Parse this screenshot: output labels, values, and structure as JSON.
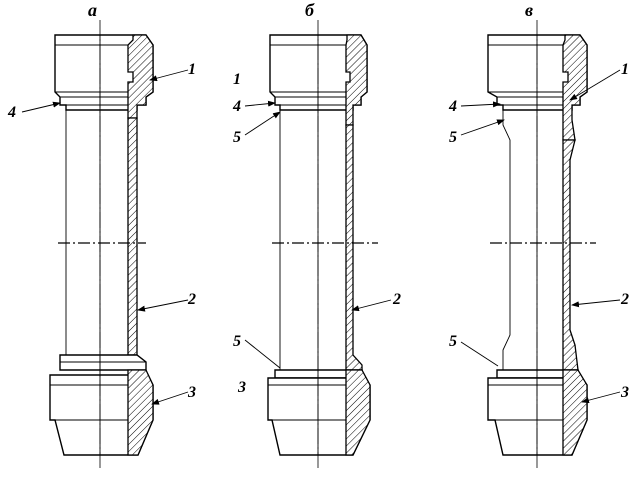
{
  "variants": [
    {
      "letter": "а",
      "callouts": [
        {
          "num": "1"
        },
        {
          "num": "4"
        },
        {
          "num": "2"
        },
        {
          "num": "3"
        }
      ]
    },
    {
      "letter": "б",
      "callouts": [
        {
          "num": "1"
        },
        {
          "num": "4"
        },
        {
          "num": "5"
        },
        {
          "num": "2"
        },
        {
          "num": "5"
        },
        {
          "num": "3"
        }
      ]
    },
    {
      "letter": "в",
      "callouts": [
        {
          "num": "1"
        },
        {
          "num": "4"
        },
        {
          "num": "5"
        },
        {
          "num": "2"
        },
        {
          "num": "5"
        },
        {
          "num": "3"
        }
      ]
    }
  ]
}
